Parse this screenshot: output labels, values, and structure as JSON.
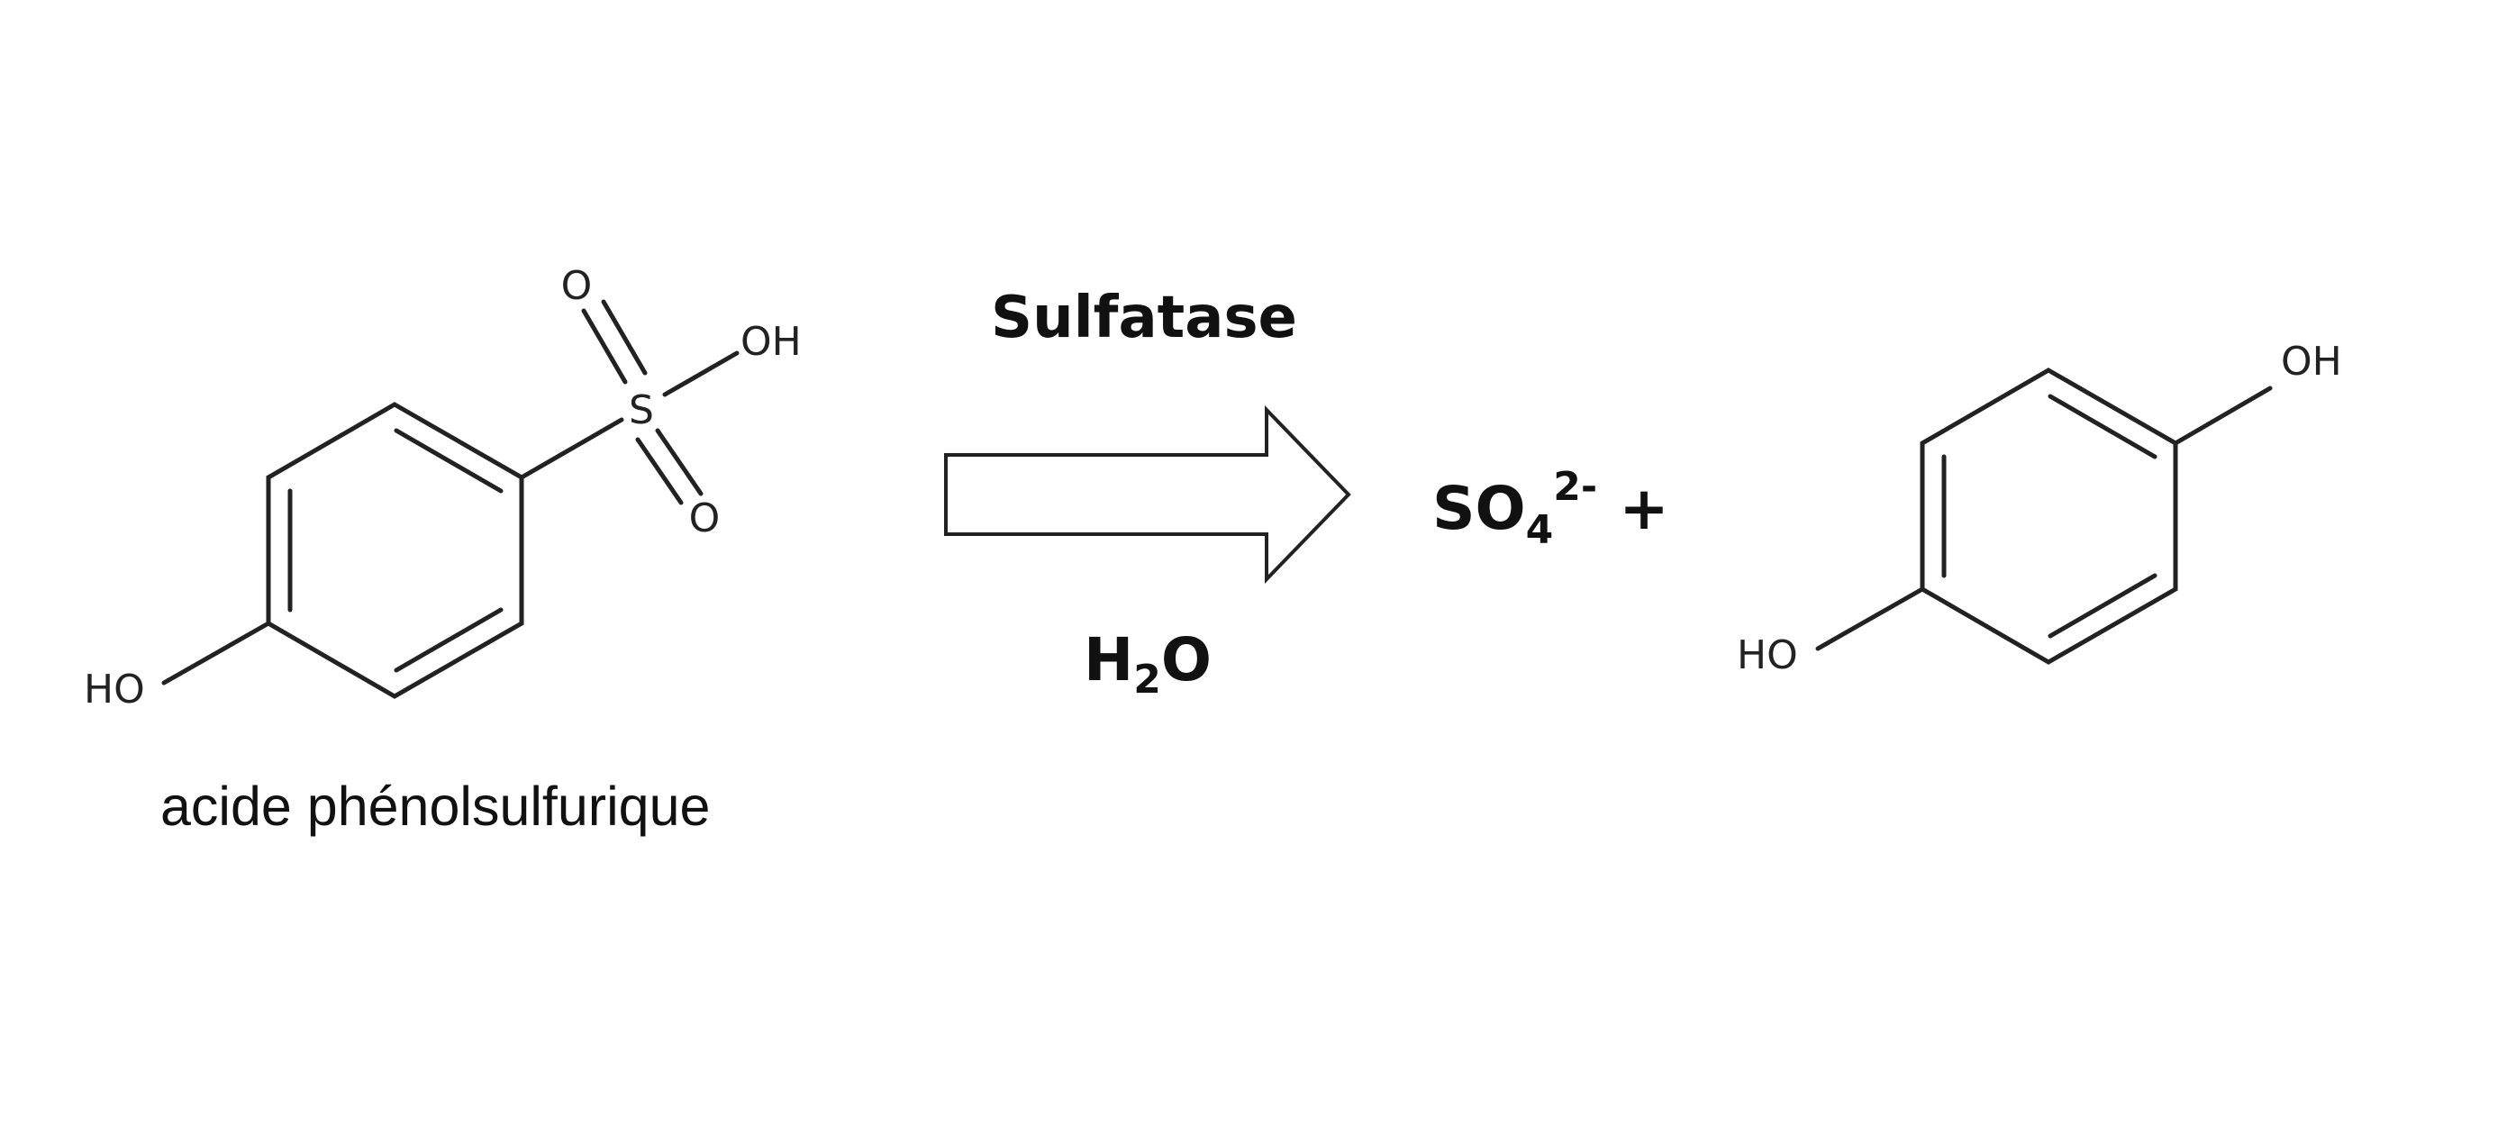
{
  "reactant": {
    "caption": "acide phénolsulfurique",
    "atoms": {
      "o_top": "O",
      "sulfur": "S",
      "o_bottom": "O",
      "hydroxyl_sulfonic": "OH",
      "hydroxyl_phenol": "HO"
    }
  },
  "reaction": {
    "enzyme": "Sulfatase",
    "cosubstrate": {
      "h": "H",
      "sub": "2",
      "o": "O"
    }
  },
  "products": {
    "sulfate": {
      "base": "SO",
      "sub": "4",
      "sup": "2-"
    },
    "plus": "+",
    "hydroquinone": {
      "hydroxyl_top": "OH",
      "hydroxyl_bottom": "HO"
    }
  },
  "colors": {
    "ink": "#222222",
    "background": "#ffffff"
  }
}
